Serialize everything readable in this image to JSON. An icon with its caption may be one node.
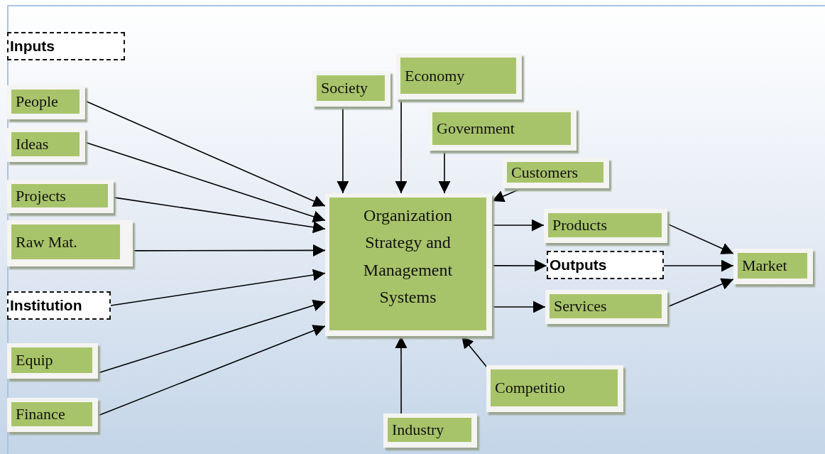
{
  "diagram": {
    "nodes": [
      {
        "text": [
          "Inputs"
        ]
      },
      {
        "text": [
          "People"
        ]
      },
      {
        "text": [
          "Ideas"
        ]
      },
      {
        "text": [
          "Projects"
        ]
      },
      {
        "text": [
          "Raw Mat."
        ]
      },
      {
        "text": [
          "Institution"
        ]
      },
      {
        "text": [
          "Equip"
        ]
      },
      {
        "text": [
          "Finance"
        ]
      },
      {
        "text": [
          "Society"
        ]
      },
      {
        "text": [
          "Economy"
        ]
      },
      {
        "text": [
          "Government"
        ]
      },
      {
        "text": [
          "Customers"
        ]
      },
      {
        "text": [
          "Organization Strategy and Management Systems"
        ]
      },
      {
        "text": [
          "Products"
        ]
      },
      {
        "text": [
          "Outputs"
        ]
      },
      {
        "text": [
          "Services"
        ]
      },
      {
        "text": [
          "Market"
        ]
      },
      {
        "text": [
          "Competitio"
        ]
      },
      {
        "text": [
          "Industry"
        ]
      }
    ],
    "edges": [
      {
        "from": 1,
        "to": 12,
        "arrow": "to"
      },
      {
        "from": 2,
        "to": 12,
        "arrow": "to"
      },
      {
        "from": 3,
        "to": 12,
        "arrow": "to"
      },
      {
        "from": 4,
        "to": 12,
        "arrow": "to"
      },
      {
        "from": 5,
        "to": 12,
        "arrow": "to"
      },
      {
        "from": 6,
        "to": 12,
        "arrow": "to"
      },
      {
        "from": 7,
        "to": 12,
        "arrow": "to"
      },
      {
        "from": 8,
        "to": 12,
        "arrow": "to"
      },
      {
        "from": 9,
        "to": 12,
        "arrow": "to"
      },
      {
        "from": 10,
        "to": 12,
        "arrow": "to"
      },
      {
        "from": 11,
        "to": 12,
        "arrow": "to"
      },
      {
        "from": 18,
        "to": 12,
        "arrow": "to"
      },
      {
        "from": 17,
        "to": 12,
        "arrow": "to"
      },
      {
        "from": 12,
        "to": 13,
        "arrow": "to"
      },
      {
        "from": 12,
        "to": 14,
        "arrow": "to"
      },
      {
        "from": 12,
        "to": 15,
        "arrow": "to"
      },
      {
        "from": 13,
        "to": 16,
        "arrow": "to"
      },
      {
        "from": 14,
        "to": 16,
        "arrow": "to"
      },
      {
        "from": 15,
        "to": 16,
        "arrow": "to"
      }
    ]
  }
}
